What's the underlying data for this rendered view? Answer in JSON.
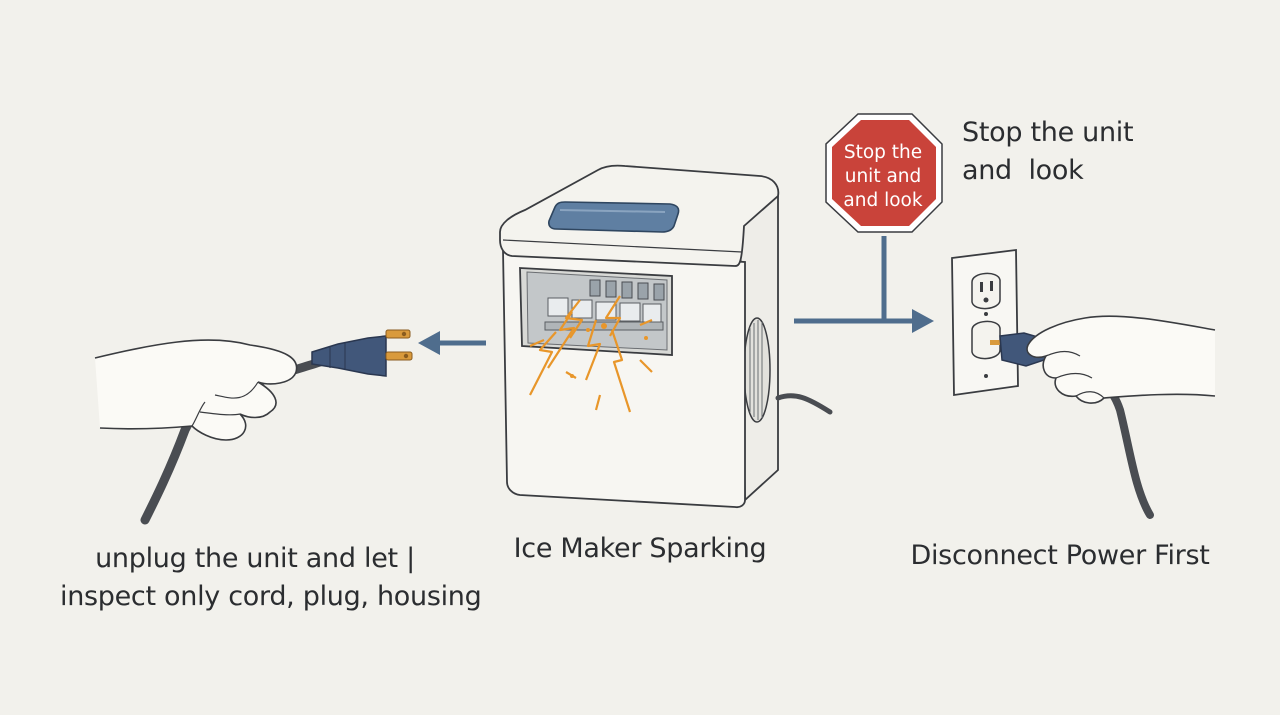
{
  "captions": {
    "left_line1": "unplug the unit and let |",
    "left_line2": "inspect only cord, plug, housing",
    "center": "Ice Maker Sparking",
    "right": "Disconnect Power First",
    "stop_line1": "Stop the unit",
    "stop_line2": "and  look"
  },
  "stop_sign": {
    "line1": "Stop the",
    "line2": "unit and",
    "line3": "and look"
  },
  "colors": {
    "background": "#f2f1ec",
    "stop_sign": "#c9433a",
    "arrow": "#4f6d8d",
    "spark": "#e8962a",
    "plug": "#41577a"
  }
}
